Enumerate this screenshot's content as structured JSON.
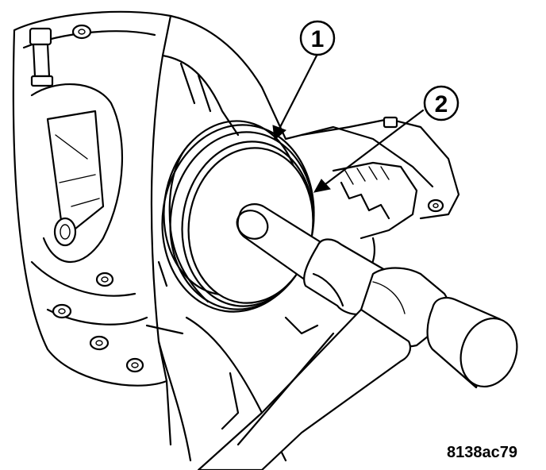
{
  "callouts": [
    {
      "label": "1"
    },
    {
      "label": "2"
    }
  ],
  "figure_code": "8138ac79",
  "colors": {
    "ink": "#000000",
    "paper": "#ffffff"
  }
}
